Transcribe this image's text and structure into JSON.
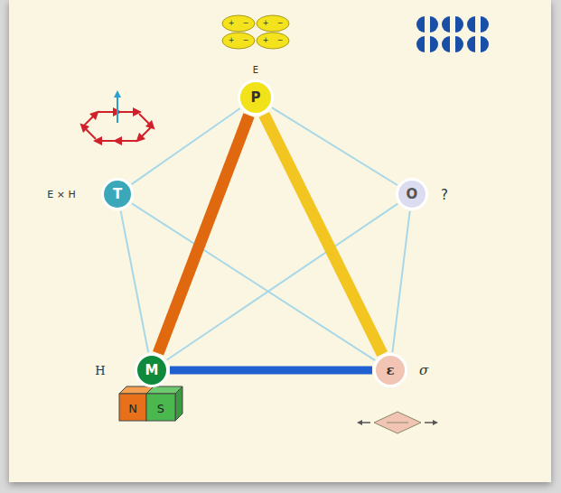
{
  "diagram": {
    "nodes": [
      {
        "text": [
          "P"
        ]
      },
      {
        "text": [
          "T"
        ]
      },
      {
        "text": [
          "O"
        ]
      },
      {
        "text": [
          "M"
        ]
      },
      {
        "text": [
          "ε"
        ]
      }
    ],
    "edges": [
      {
        "from": 0,
        "to": 1,
        "arrow": "none"
      },
      {
        "from": 0,
        "to": 2,
        "arrow": "none"
      },
      {
        "from": 1,
        "to": 3,
        "arrow": "none"
      },
      {
        "from": 2,
        "to": 4,
        "arrow": "none"
      },
      {
        "from": 1,
        "to": 4,
        "arrow": "none"
      },
      {
        "from": 2,
        "to": 3,
        "arrow": "none"
      },
      {
        "from": 0,
        "to": 3,
        "arrow": "none"
      },
      {
        "from": 0,
        "to": 4,
        "arrow": "none"
      },
      {
        "from": 3,
        "to": 4,
        "arrow": "none"
      }
    ],
    "labels": [
      "E",
      "E × H",
      "?",
      "H",
      "σ",
      "N",
      "S",
      "+",
      "−",
      "+",
      "−",
      "+",
      "−",
      "+",
      "−"
    ]
  }
}
